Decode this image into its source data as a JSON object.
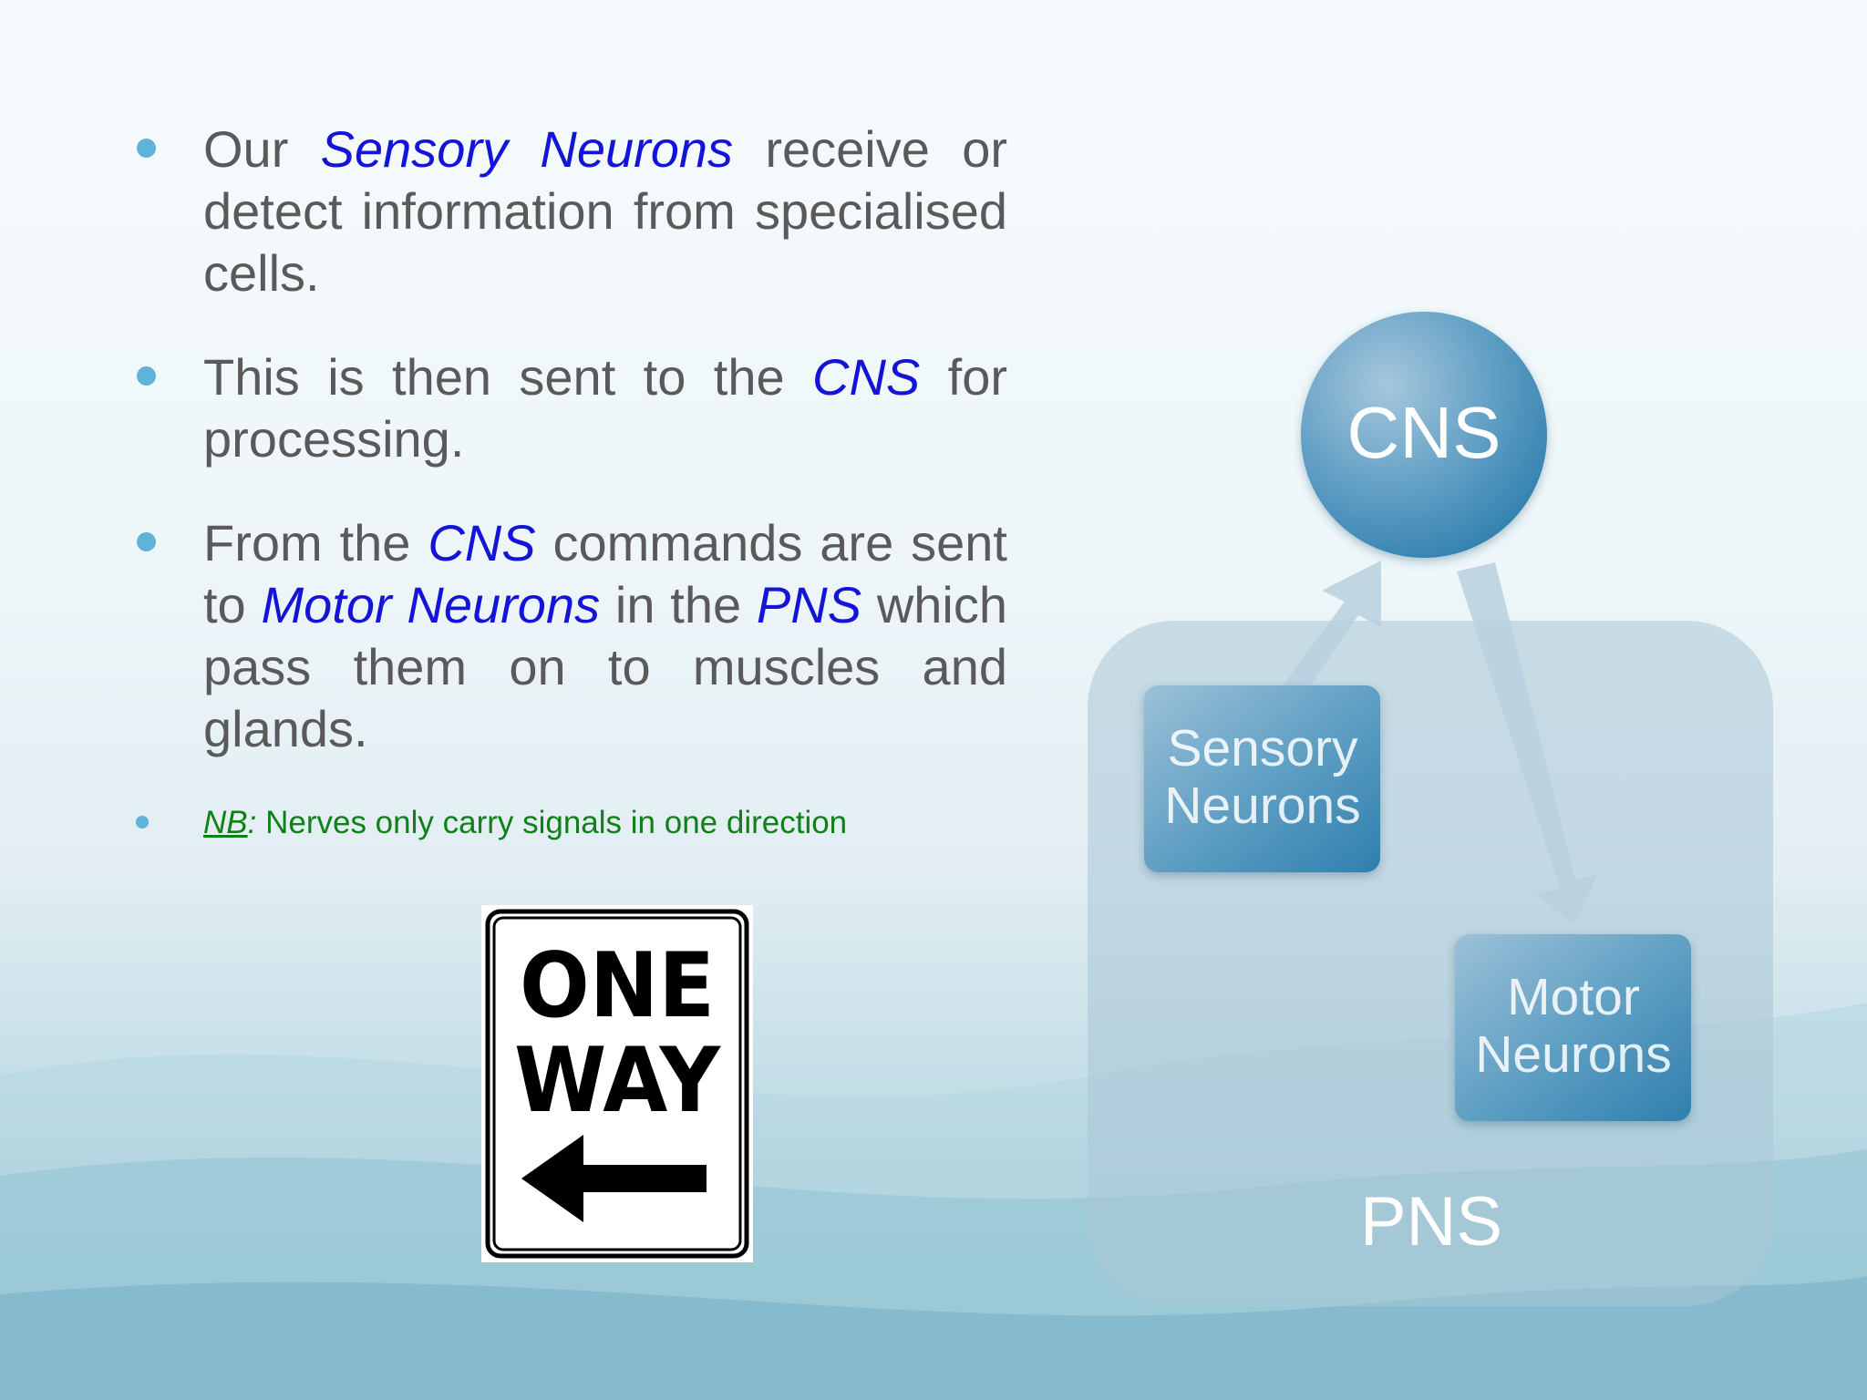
{
  "bullets": [
    {
      "parts": [
        {
          "text": "Our ",
          "em": false
        },
        {
          "text": "Sensory Neurons",
          "em": true
        },
        {
          "text": " receive or detect information from specialised cells.",
          "em": false
        }
      ]
    },
    {
      "parts": [
        {
          "text": "This is then sent to the ",
          "em": false
        },
        {
          "text": "CNS",
          "em": true
        },
        {
          "text": " for processing.",
          "em": false
        }
      ]
    },
    {
      "parts": [
        {
          "text": "From the ",
          "em": false
        },
        {
          "text": "CNS",
          "em": true
        },
        {
          "text": " commands are sent to ",
          "em": false
        },
        {
          "text": "Motor Neurons",
          "em": true
        },
        {
          "text": " in the ",
          "em": false
        },
        {
          "text": "PNS",
          "em": true
        },
        {
          "text": " which pass them on to muscles and glands.",
          "em": false
        }
      ]
    }
  ],
  "note": {
    "label": "NB",
    "separator": ":",
    "text": " Nerves only carry signals in one direction"
  },
  "sign": {
    "line1": "ONE",
    "line2": "WAY",
    "arrow_direction": "left"
  },
  "diagram": {
    "cns": "CNS",
    "pns": "PNS",
    "sensory_line1": "Sensory",
    "sensory_line2": "Neurons",
    "motor_line1": "Motor",
    "motor_line2": "Neurons"
  },
  "colors": {
    "body_text": "#5a5a5a",
    "emphasis": "#1414d8",
    "note": "#108018",
    "bullet_dot": "#5fb3d6",
    "node_blue": "#4a95bd"
  }
}
